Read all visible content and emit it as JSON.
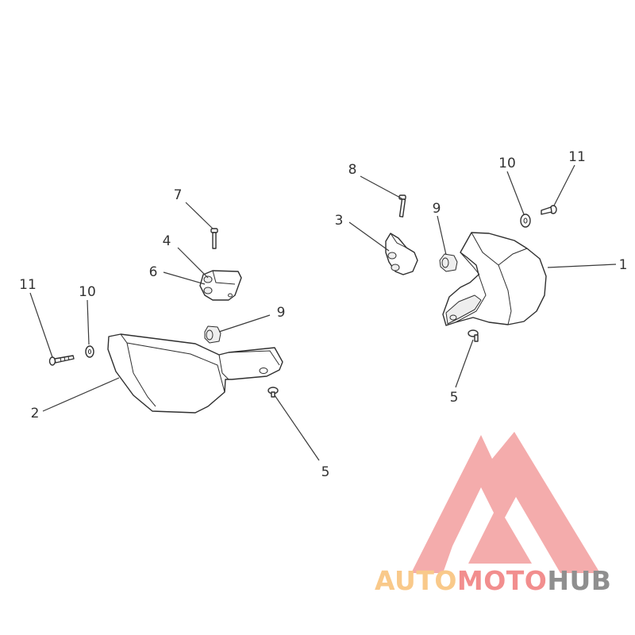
{
  "callouts": {
    "c1": "1",
    "c2": "2",
    "c3": "3",
    "c4": "4",
    "c5a": "5",
    "c5b": "5",
    "c6": "6",
    "c7": "7",
    "c8": "8",
    "c9a": "9",
    "c9b": "9",
    "c10a": "10",
    "c10b": "10",
    "c11a": "11",
    "c11b": "11"
  },
  "logo": {
    "word1": "AUTO",
    "word2": "MOTO",
    "word3": "HUB",
    "colors": {
      "word1": "#f9c98a",
      "word2": "#f28e8e",
      "word3": "#8f8f8f",
      "mark": "#f3a3a3"
    }
  }
}
